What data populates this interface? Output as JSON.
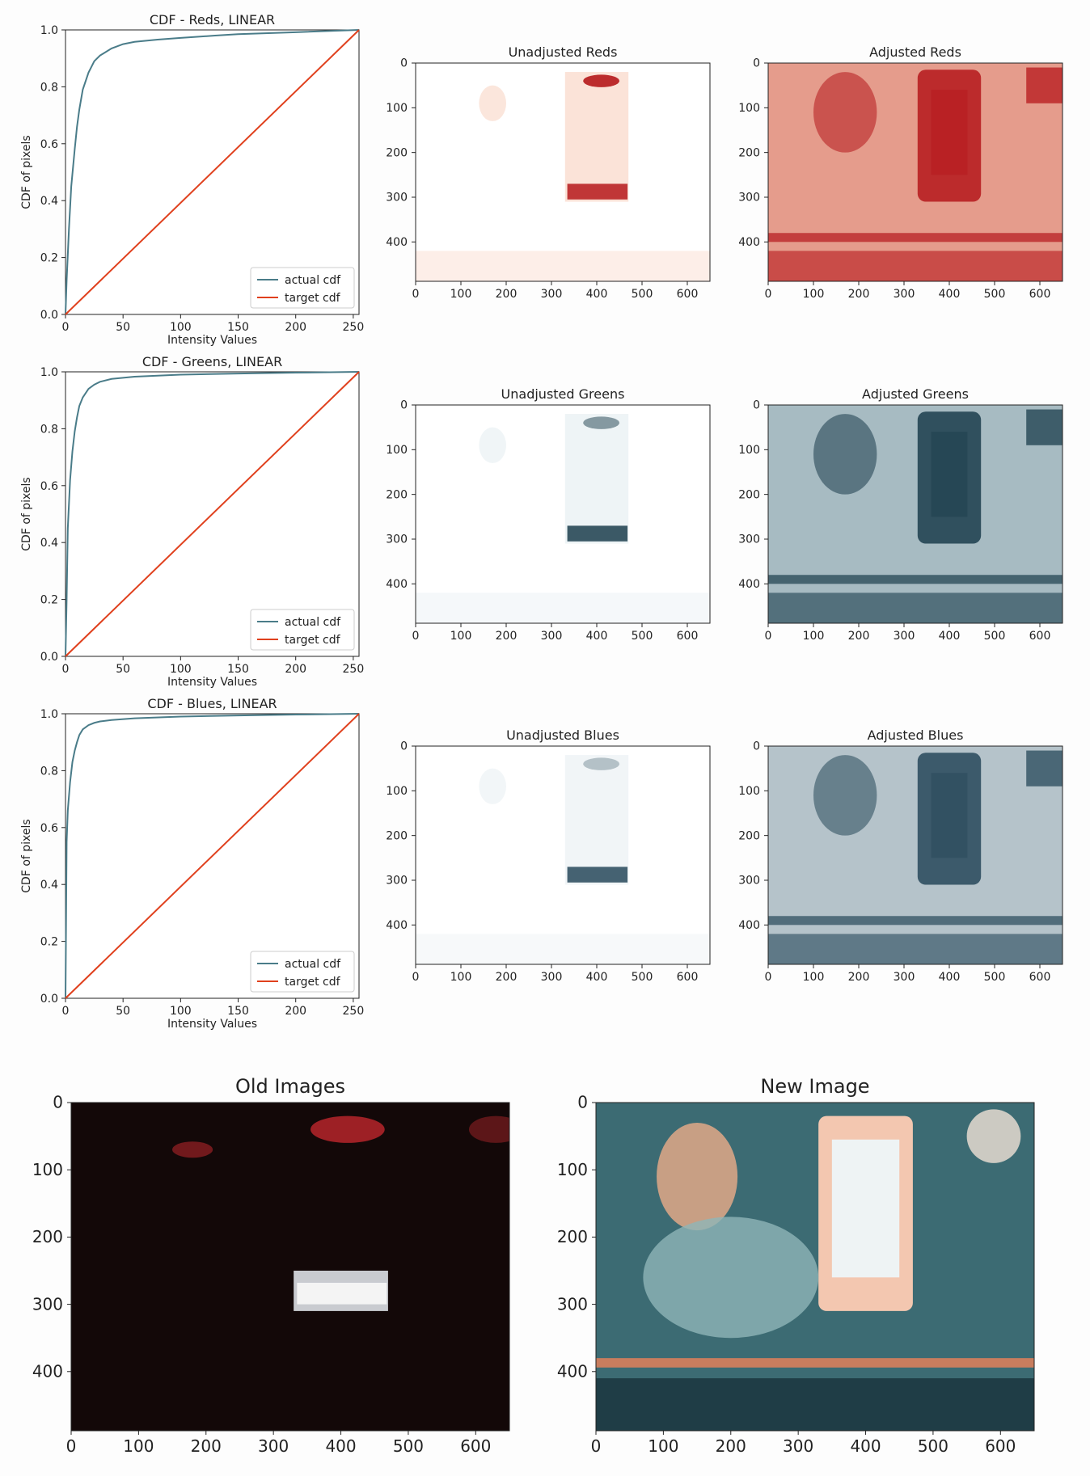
{
  "colors": {
    "actual_cdf": "#4a7c89",
    "target_cdf": "#e0401d",
    "reds_light": "#fdf0ea",
    "reds_dark": "#b5171b",
    "greens_light": "#f7fbfc",
    "greens_dark": "#1b3d4c",
    "blues_light": "#f9fbfc",
    "blues_dark": "#27485a",
    "old_bg": "#130808",
    "new_bg": "#3c6b73"
  },
  "image_axes": {
    "xticks": [
      0,
      100,
      200,
      300,
      400,
      500,
      600
    ],
    "yticks": [
      0,
      100,
      200,
      300,
      400
    ],
    "xlim": [
      0,
      650
    ],
    "ylim": [
      0,
      488
    ]
  },
  "chart_data": [
    {
      "type": "line",
      "title": "CDF - Reds, LINEAR",
      "xlabel": "Intensity Values",
      "ylabel": "CDF of pixels",
      "xlim": [
        0,
        255
      ],
      "ylim": [
        0,
        1.0
      ],
      "xticks": [
        0,
        50,
        100,
        150,
        200,
        250
      ],
      "yticks": [
        "0.0",
        "0.2",
        "0.4",
        "0.6",
        "0.8",
        "1.0"
      ],
      "legend": "lower-right",
      "series": [
        {
          "name": "actual cdf",
          "x": [
            0,
            1,
            3,
            5,
            8,
            10,
            12,
            15,
            20,
            25,
            30,
            40,
            50,
            60,
            80,
            100,
            130,
            150,
            200,
            255
          ],
          "values": [
            0.0,
            0.12,
            0.3,
            0.45,
            0.58,
            0.66,
            0.72,
            0.79,
            0.85,
            0.89,
            0.91,
            0.935,
            0.95,
            0.958,
            0.966,
            0.972,
            0.98,
            0.985,
            0.992,
            1.0
          ]
        },
        {
          "name": "target cdf",
          "x": [
            0,
            255
          ],
          "values": [
            0.0,
            1.0
          ]
        }
      ]
    },
    {
      "type": "line",
      "title": "CDF - Greens, LINEAR",
      "xlabel": "Intensity Values",
      "ylabel": "CDF of pixels",
      "xlim": [
        0,
        255
      ],
      "ylim": [
        0,
        1.0
      ],
      "xticks": [
        0,
        50,
        100,
        150,
        200,
        250
      ],
      "yticks": [
        "0.0",
        "0.2",
        "0.4",
        "0.6",
        "0.8",
        "1.0"
      ],
      "legend": "lower-right",
      "series": [
        {
          "name": "actual cdf",
          "x": [
            0,
            1,
            2,
            4,
            6,
            8,
            10,
            12,
            15,
            20,
            25,
            30,
            40,
            60,
            100,
            150,
            200,
            255
          ],
          "values": [
            0.0,
            0.2,
            0.45,
            0.62,
            0.72,
            0.79,
            0.84,
            0.88,
            0.91,
            0.94,
            0.955,
            0.965,
            0.975,
            0.983,
            0.99,
            0.994,
            0.997,
            1.0
          ]
        },
        {
          "name": "target cdf",
          "x": [
            0,
            255
          ],
          "values": [
            0.0,
            1.0
          ]
        }
      ]
    },
    {
      "type": "line",
      "title": "CDF - Blues, LINEAR",
      "xlabel": "Intensity Values",
      "ylabel": "CDF of pixels",
      "xlim": [
        0,
        255
      ],
      "ylim": [
        0,
        1.0
      ],
      "xticks": [
        0,
        50,
        100,
        150,
        200,
        250
      ],
      "yticks": [
        "0.0",
        "0.2",
        "0.4",
        "0.6",
        "0.8",
        "1.0"
      ],
      "legend": "lower-right",
      "series": [
        {
          "name": "actual cdf",
          "x": [
            0,
            1,
            2,
            4,
            6,
            8,
            10,
            12,
            15,
            20,
            25,
            30,
            40,
            60,
            100,
            150,
            200,
            255
          ],
          "values": [
            0.0,
            0.55,
            0.66,
            0.76,
            0.83,
            0.87,
            0.9,
            0.925,
            0.945,
            0.96,
            0.968,
            0.973,
            0.978,
            0.984,
            0.99,
            0.994,
            0.997,
            1.0
          ]
        },
        {
          "name": "target cdf",
          "x": [
            0,
            255
          ],
          "values": [
            0.0,
            1.0
          ]
        }
      ]
    }
  ],
  "images": {
    "row1": {
      "unadjusted_title": "Unadjusted Reds",
      "adjusted_title": "Adjusted Reds"
    },
    "row2": {
      "unadjusted_title": "Unadjusted Greens",
      "adjusted_title": "Adjusted Greens"
    },
    "row3": {
      "unadjusted_title": "Unadjusted Blues",
      "adjusted_title": "Adjusted Blues"
    },
    "old_title": "Old Images",
    "new_title": "New Image"
  }
}
